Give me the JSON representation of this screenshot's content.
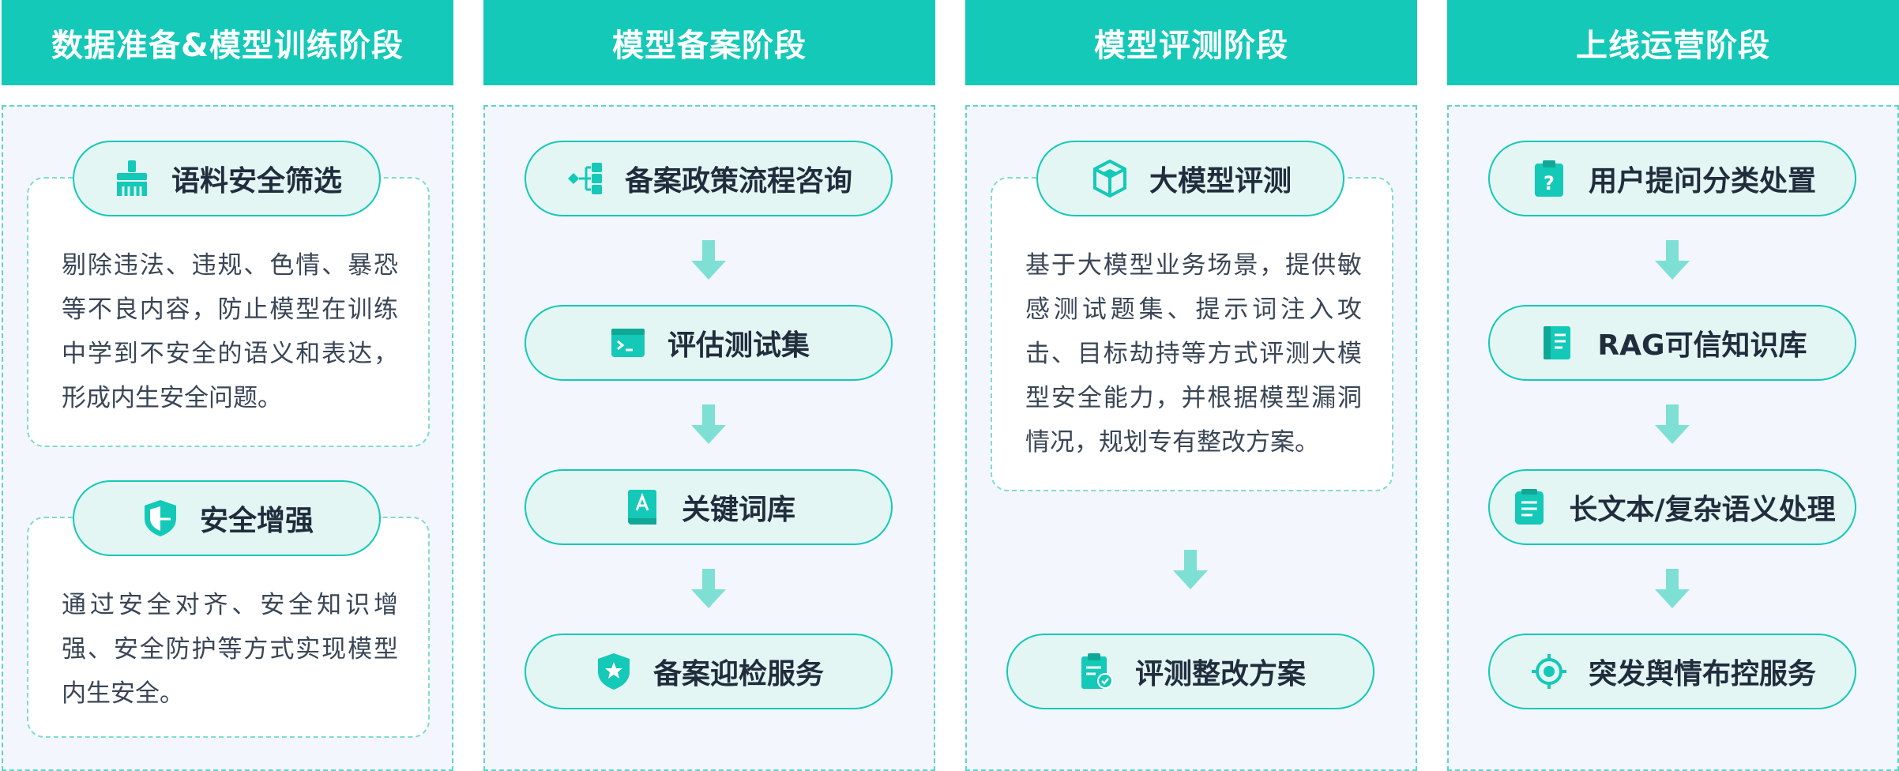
{
  "colors": {
    "header_bg": "#14c9b7",
    "pill_bg": "#e3f6f3",
    "pill_border": "#14c9b7",
    "panel_bg": "#f3f6fc",
    "arrow": "#7ee0d4"
  },
  "stages": [
    {
      "title": "数据准备&模型训练阶段",
      "cards": [
        {
          "label": "语料安全筛选",
          "icon": "broom-icon",
          "description": "剔除违法、违规、色情、暴恐等不良内容，防止模型在训练中学到不安全的语义和表达，形成内生安全问题。"
        },
        {
          "label": "安全增强",
          "icon": "shield-icon",
          "description": "通过安全对齐、安全知识增强、安全防护等方式实现模型内生安全。"
        }
      ]
    },
    {
      "title": "模型备案阶段",
      "steps": [
        {
          "label": "备案政策流程咨询",
          "icon": "flowchart-icon"
        },
        {
          "label": "评估测试集",
          "icon": "terminal-icon"
        },
        {
          "label": "关键词库",
          "icon": "dictionary-icon"
        },
        {
          "label": "备案迎检服务",
          "icon": "star-badge-icon"
        }
      ]
    },
    {
      "title": "模型评测阶段",
      "card": {
        "label": "大模型评测",
        "icon": "cube-icon",
        "description": "基于大模型业务场景，提供敏感测试题集、提示词注入攻击、目标劫持等方式评测大模型安全能力，并根据模型漏洞情况，规划专有整改方案。"
      },
      "step": {
        "label": "评测整改方案",
        "icon": "clipboard-check-icon"
      }
    },
    {
      "title": "上线运营阶段",
      "steps": [
        {
          "label": "用户提问分类处置",
          "icon": "question-clipboard-icon"
        },
        {
          "label": "RAG可信知识库",
          "icon": "book-icon"
        },
        {
          "label": "长文本/复杂语义处理",
          "icon": "document-list-icon"
        },
        {
          "label": "突发舆情布控服务",
          "icon": "target-icon"
        }
      ]
    }
  ]
}
